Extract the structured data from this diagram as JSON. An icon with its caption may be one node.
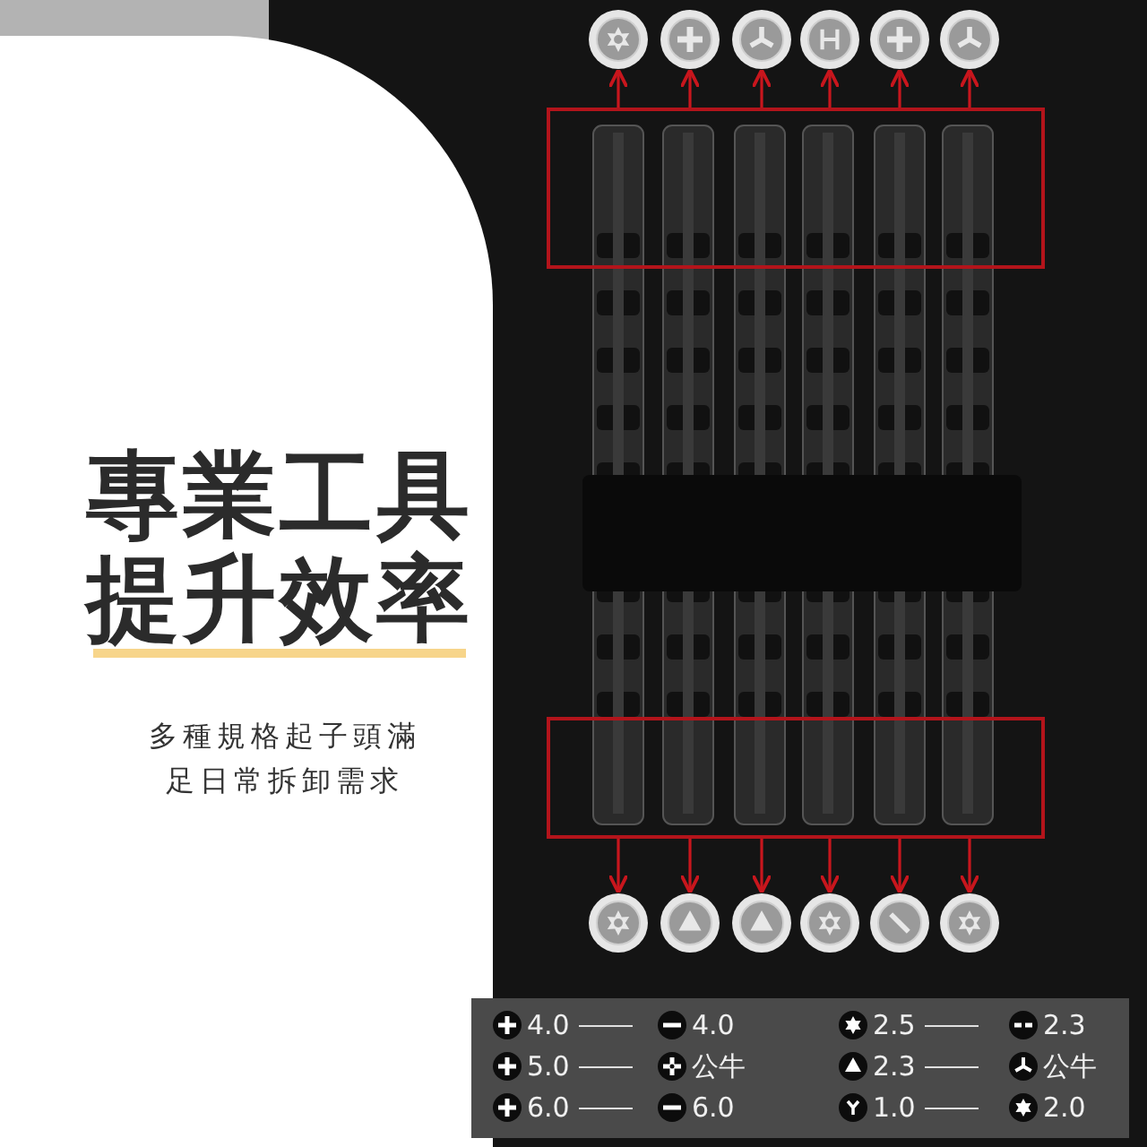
{
  "diagram": {
    "title": "專業工具提升效率",
    "nodes": [
      {
        "text": [],
        "shape": "box"
      },
      {
        "text": [],
        "shape": "picture"
      },
      {
        "text": [],
        "shape": "picture"
      },
      {
        "text": [],
        "shape": "picture"
      },
      {
        "text": [],
        "shape": "picture"
      },
      {
        "text": [],
        "shape": "picture"
      },
      {
        "text": [],
        "shape": "picture"
      },
      {
        "text": [],
        "shape": "box"
      },
      {
        "text": [],
        "shape": "picture"
      },
      {
        "text": [],
        "shape": "picture"
      },
      {
        "text": [],
        "shape": "picture"
      },
      {
        "text": [],
        "shape": "picture"
      },
      {
        "text": [],
        "shape": "picture"
      },
      {
        "text": [],
        "shape": "picture"
      }
    ],
    "edges": [
      {
        "from": 0,
        "to": 1,
        "arrow": "to"
      },
      {
        "from": 0,
        "to": 2,
        "arrow": "to"
      },
      {
        "from": 0,
        "to": 3,
        "arrow": "to"
      },
      {
        "from": 0,
        "to": 4,
        "arrow": "to"
      },
      {
        "from": 0,
        "to": 5,
        "arrow": "to"
      },
      {
        "from": 0,
        "to": 6,
        "arrow": "to"
      },
      {
        "from": 7,
        "to": 8,
        "arrow": "to"
      },
      {
        "from": 7,
        "to": 9,
        "arrow": "to"
      },
      {
        "from": 7,
        "to": 10,
        "arrow": "to"
      },
      {
        "from": 7,
        "to": 11,
        "arrow": "to"
      },
      {
        "from": 7,
        "to": 12,
        "arrow": "to"
      },
      {
        "from": 7,
        "to": 13,
        "arrow": "to"
      }
    ],
    "labels": [
      "多種規格起子頭滿足日常拆卸需求",
      "4.0",
      "4.0",
      "2.5",
      "2.3",
      "5.0",
      "公牛",
      "2.3",
      "公牛",
      "6.0",
      "6.0",
      "1.0",
      "2.0"
    ]
  }
}
